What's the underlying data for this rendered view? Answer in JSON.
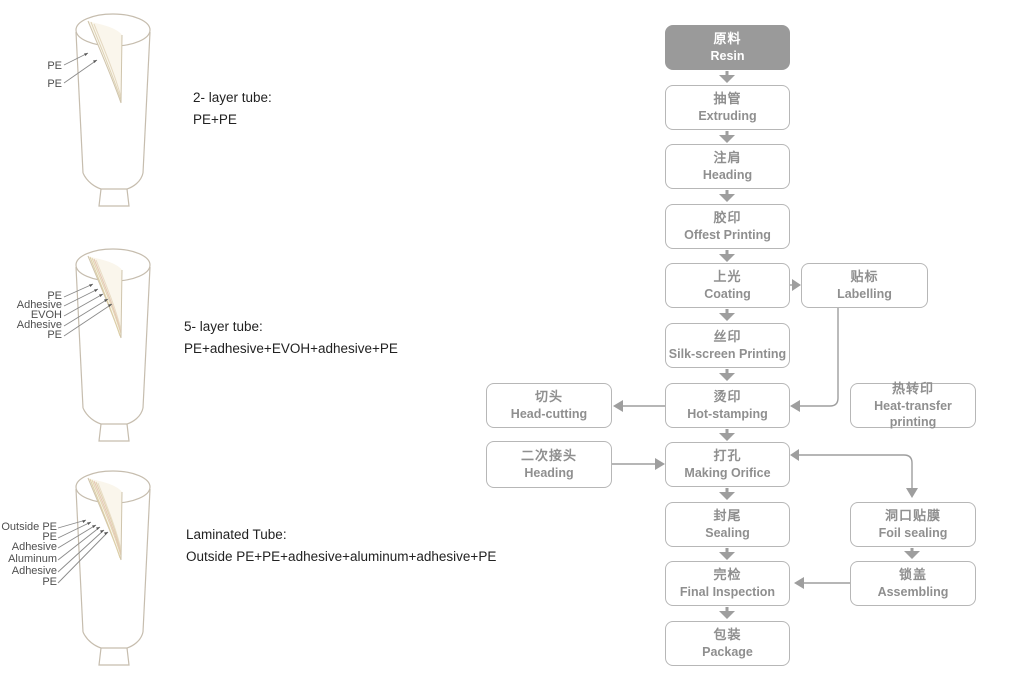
{
  "colors": {
    "box_border": "#b7b7b7",
    "box_text": "#8f8f8f",
    "resin_bg": "#9a9a9a",
    "arrow": "#9e9e9e",
    "caption_text": "#222222",
    "tube_outline": "#c6bdae",
    "layer_label_text": "#4f4f4f"
  },
  "tubes": [
    {
      "title": "2-  layer tube:",
      "formula": "PE+PE",
      "layers": [
        "PE",
        "PE"
      ]
    },
    {
      "title": "5-  layer tube:",
      "formula": "PE+adhesive+EVOH+adhesive+PE",
      "layers": [
        "PE",
        "Adhesive",
        "EVOH",
        "Adhesive",
        "PE"
      ]
    },
    {
      "title": "Laminated Tube:",
      "formula": "Outside PE+PE+adhesive+aluminum+adhesive+PE",
      "layers": [
        "Outside PE",
        "PE",
        "Adhesive",
        "Aluminum",
        "Adhesive",
        "PE"
      ]
    }
  ],
  "flow": {
    "main": [
      {
        "zh": "原料",
        "en": "Resin"
      },
      {
        "zh": "抽管",
        "en": "Extruding"
      },
      {
        "zh": "注肩",
        "en": "Heading"
      },
      {
        "zh": "胶印",
        "en": "Offest Printing"
      },
      {
        "zh": "上光",
        "en": "Coating"
      },
      {
        "zh": "丝印",
        "en": "Silk-screen Printing"
      },
      {
        "zh": "烫印",
        "en": "Hot-stamping"
      },
      {
        "zh": "打孔",
        "en": "Making Orifice"
      },
      {
        "zh": "封尾",
        "en": "Sealing"
      },
      {
        "zh": "完检",
        "en": "Final Inspection"
      },
      {
        "zh": "包装",
        "en": "Package"
      }
    ],
    "side": [
      {
        "zh": "贴标",
        "en": "Labelling"
      },
      {
        "zh": "热转印",
        "en": "Heat-transfer printing"
      },
      {
        "zh": "切头",
        "en": "Head-cutting"
      },
      {
        "zh": "二次接头",
        "en": "Heading"
      },
      {
        "zh": "洞口贴膜",
        "en": "Foil sealing"
      },
      {
        "zh": "锁盖",
        "en": "Assembling"
      }
    ]
  }
}
